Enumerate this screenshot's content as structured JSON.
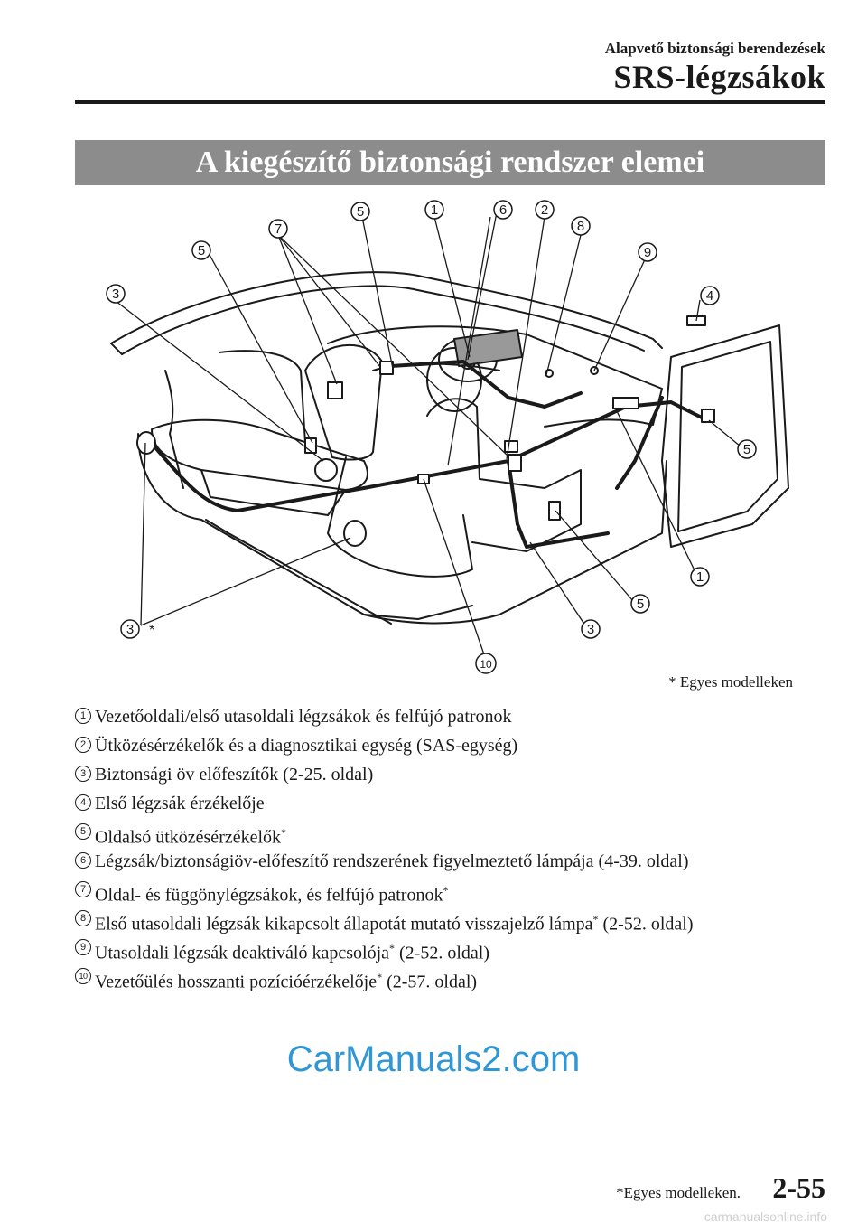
{
  "header": {
    "section": "Alapvető biztonsági berendezések",
    "title": "SRS-légzsákok"
  },
  "banner": "A kiegészítő biztonsági rendszer elemei",
  "diagram": {
    "callouts": [
      "1",
      "2",
      "3",
      "4",
      "5",
      "6",
      "7",
      "8",
      "9",
      "10",
      "5",
      "5",
      "5",
      "3",
      "3",
      "1"
    ],
    "asterisk": "*"
  },
  "footnote_diagram": "* Egyes modelleken",
  "legend": [
    {
      "num": "1",
      "text": "Vezetőoldali/első utasoldali légzsákok és felfújó patronok",
      "star": ""
    },
    {
      "num": "2",
      "text": "Ütközésérzékelők és a diagnosztikai egység (SAS-egység)",
      "star": ""
    },
    {
      "num": "3",
      "text": "Biztonsági öv előfeszítők (2-25. oldal)",
      "star": ""
    },
    {
      "num": "4",
      "text": "Első légzsák érzékelője",
      "star": ""
    },
    {
      "num": "5",
      "text": "Oldalsó ütközésérzékelők",
      "star": "*"
    },
    {
      "num": "6",
      "text": "Légzsák/biztonságiöv-előfeszítő rendszerének figyelmeztető lámpája (4-39. oldal)",
      "star": ""
    },
    {
      "num": "7",
      "text": "Oldal- és függönylégzsákok, és felfújó patronok",
      "star": "*"
    },
    {
      "num": "8",
      "text": "Első utasoldali légzsák kikapcsolt állapotát mutató visszajelző lámpa",
      "star": "*",
      "after": " (2-52. oldal)"
    },
    {
      "num": "9",
      "text": "Utasoldali légzsák deaktiváló kapcsolója",
      "star": "*",
      "after": " (2-52. oldal)"
    },
    {
      "num": "10",
      "text": "Vezetőülés hosszanti pozícióérzékelője",
      "star": "*",
      "after": " (2-57. oldal)"
    }
  ],
  "watermark": "CarManuals2.com",
  "footer": {
    "note": "*Egyes modelleken.",
    "page": "2-55",
    "site": "carmanualsonline.info"
  }
}
